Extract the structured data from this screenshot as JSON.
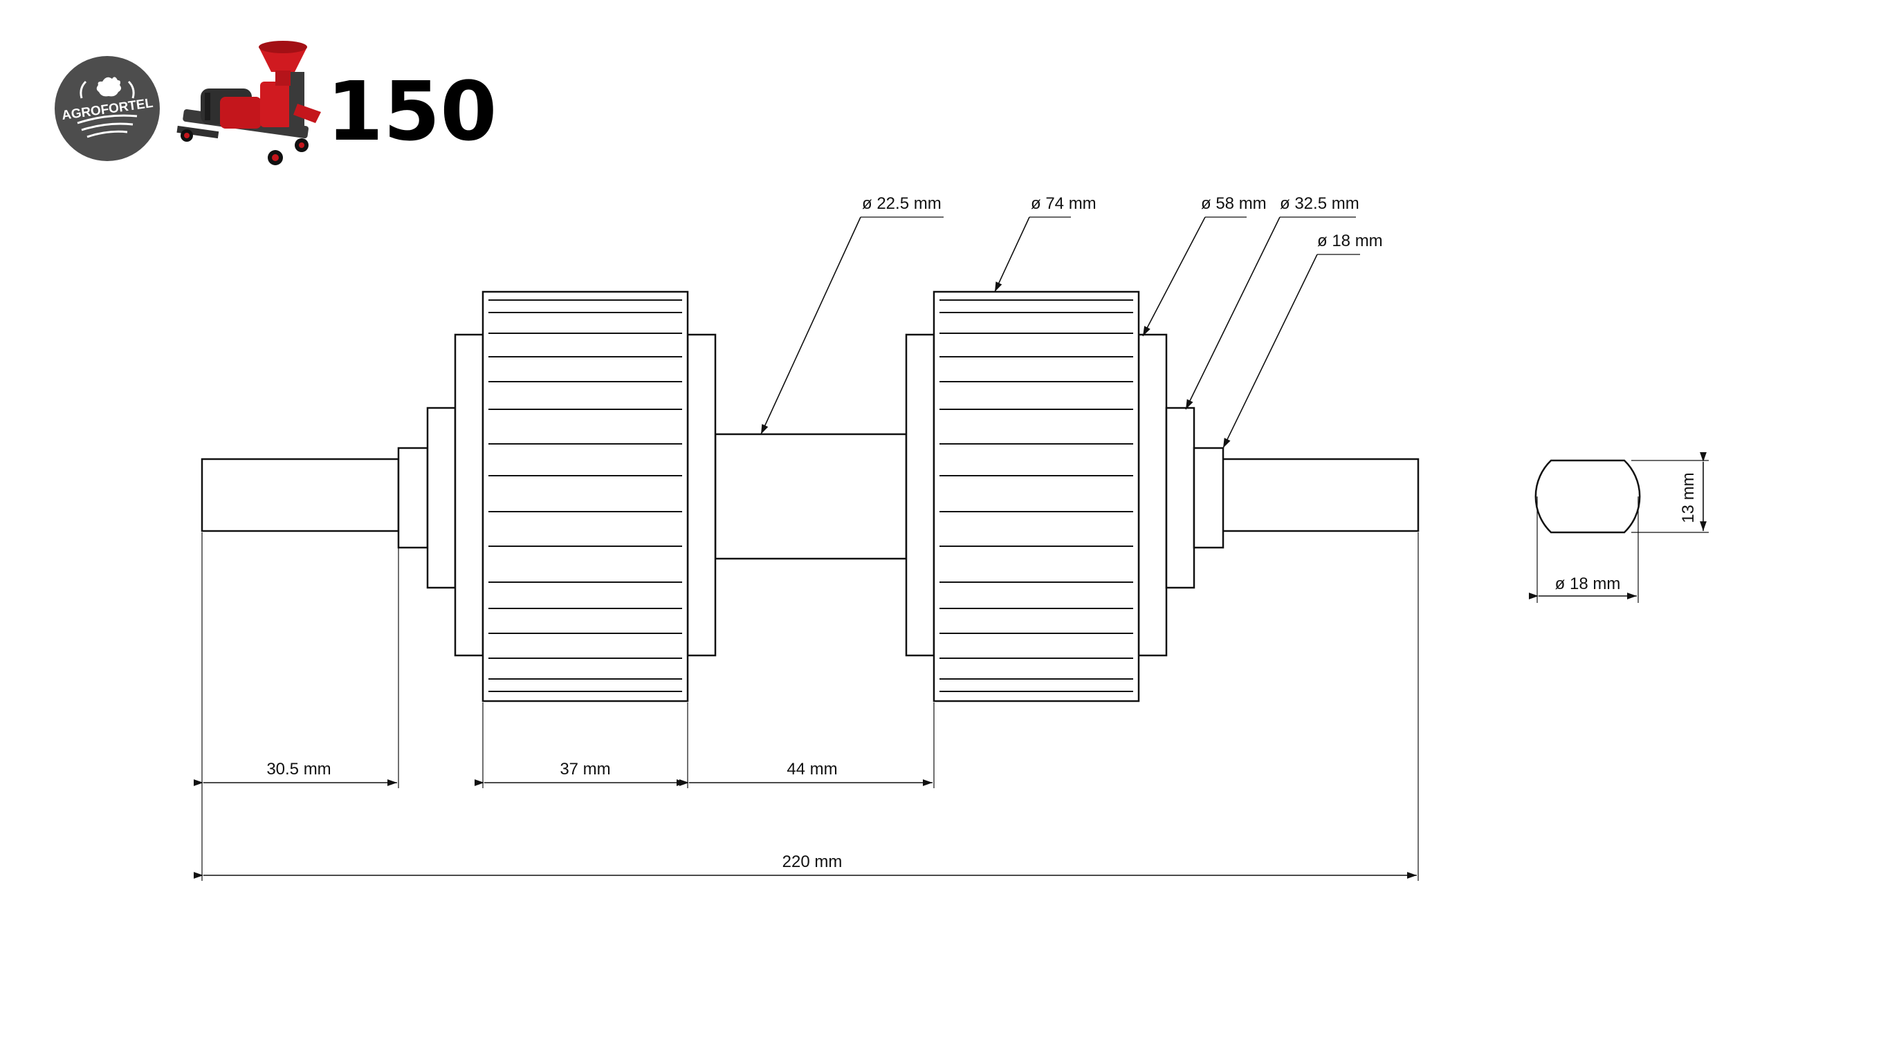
{
  "header": {
    "logo_text": "AGROFORTEL",
    "model_number": "150"
  },
  "colors": {
    "logo_bg": "#4d4d4d",
    "machine_red": "#c4161c",
    "machine_dark": "#2f2f2f",
    "line": "#111111"
  },
  "dimensions": {
    "shaft_end_length": "30.5 mm",
    "roller_width": "37 mm",
    "roller_gap": "44 mm",
    "overall_length": "220 mm",
    "center_shaft_dia": "ø 22.5 mm",
    "roller_dia": "ø 74 mm",
    "bearing_outer_dia": "ø 58 mm",
    "bearing_inner_dia": "ø 32.5 mm",
    "shaft_dia": "ø 18 mm",
    "section_flat": "13 mm",
    "section_dia": "ø 18 mm"
  }
}
